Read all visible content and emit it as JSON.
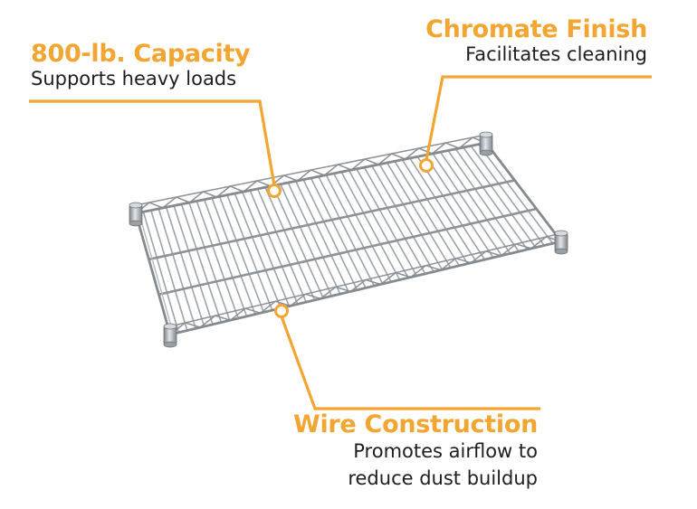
{
  "colors": {
    "accent": "#f2a531",
    "text": "#1e1e1e",
    "wire": "#9ea3a8",
    "background": "#ffffff"
  },
  "callouts": {
    "capacity": {
      "title": "800-lb. Capacity",
      "desc": "Supports heavy loads"
    },
    "chromate": {
      "title": "Chromate Finish",
      "desc": "Facilitates cleaning"
    },
    "wire": {
      "title": "Wire Construction",
      "desc_line1": "Promotes airflow to",
      "desc_line2": "reduce dust buildup"
    }
  },
  "product": {
    "icon": "wire-shelf-image"
  }
}
